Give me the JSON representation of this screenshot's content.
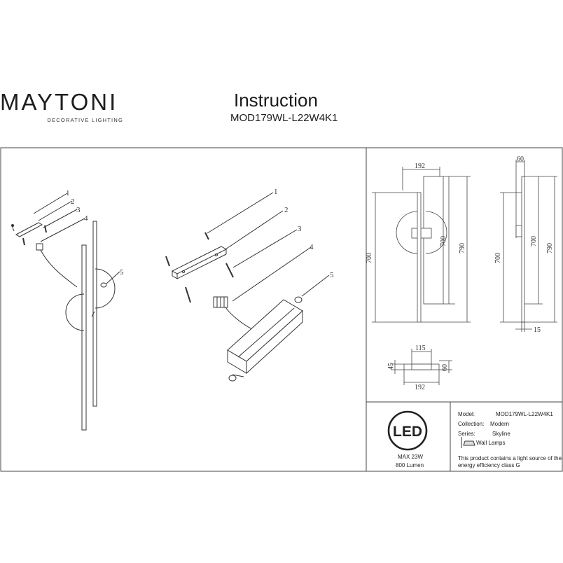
{
  "header": {
    "brand": "MAYTONI",
    "brand_tagline": "DECORATIVE LIGHTING",
    "title": "Instruction",
    "model_code": "MOD179WL-L22W4K1"
  },
  "assembly": {
    "left_callouts": [
      "1",
      "2",
      "3",
      "4",
      "5"
    ],
    "right_callouts": [
      "1",
      "2",
      "3",
      "4",
      "5"
    ]
  },
  "dimensions": {
    "front": {
      "width": "192",
      "inner_height": "700",
      "shade_height": "700",
      "total_height": "790"
    },
    "side": {
      "depth": "60",
      "inner_height": "700",
      "shade_height": "700",
      "total_height": "790",
      "bar": "15"
    },
    "top": {
      "plate_width": "115",
      "plate_height": "45",
      "depth": "60",
      "width": "192"
    }
  },
  "spec": {
    "led_badge": "LED",
    "max_power": "MAX 23W",
    "lumen": "800 Lumen",
    "model_label": "Model:",
    "model_value": "MOD179WL-L22W4K1",
    "collection_label": "Collection:",
    "collection_value": "Modern",
    "series_label": "Series:",
    "series_value": "Skyline",
    "type_value": "Wall Lamps",
    "energy_line1": "This product contains a light source of the",
    "energy_line2": "energy efficiency class G"
  }
}
